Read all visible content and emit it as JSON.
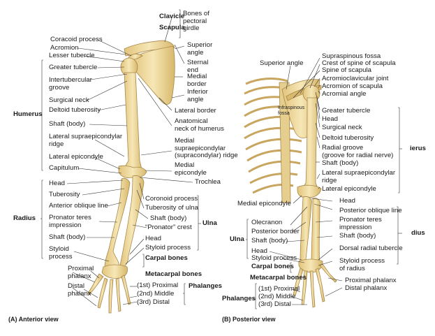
{
  "anterior": {
    "caption": "(A) Anterior view",
    "labels": {
      "clavicle": "Clavicle",
      "scapula": "Scapula",
      "bones_pectoral": "Bones of\npectoral\ngirdle",
      "coracoid": "Coracoid process",
      "acromion": "Acromion",
      "lesser_tubercle": "Lesser tubercle",
      "greater_tubercle": "Greater tubercle",
      "intertubercular": "Intertubercular\ngroove",
      "surgical_neck": "Surgical neck",
      "deltoid_tuberosity": "Deltoid tuberosity",
      "shaft_humerus": "Shaft (body)",
      "lat_supraepi": "Lateral supraepicondylar\nridge",
      "lat_epicondyle": "Lateral epicondyle",
      "capitulum": "Capitulum",
      "superior_angle": "Superior\nangle",
      "sternal_end": "Sternal\nend",
      "medial_border": "Medial\nborder",
      "inferior_angle": "Inferior\nangle",
      "lateral_border": "Lateral border",
      "anat_neck": "Anatomical\nneck of humerus",
      "med_supraepi": "Medial\nsupraepicondylar\n(supracondylar) ridge",
      "med_epicondyle": "Medial\nepicondyle",
      "trochlea": "Trochlea",
      "humerus": "Humerus",
      "radius": "Radius",
      "head_radius": "Head",
      "tuberosity": "Tuberosity",
      "ant_oblique": "Anterior oblique line",
      "pronator_teres": "Pronator teres\nimpression",
      "shaft_radius": "Shaft (body)",
      "styloid_radius": "Styloid\nprocess",
      "coronoid": "Coronoid process",
      "tub_ulna": "Tuberosity of ulna",
      "shaft_ulna": "Shaft (body)",
      "pronator_crest": "“Pronator” crest",
      "head_ulna": "Head",
      "styloid_ulna": "Styloid process",
      "ulna": "Ulna",
      "carpal": "Carpal bones",
      "metacarpal": "Metacarpal bones",
      "phalanges": "Phalanges",
      "proximal_phalanx": "Proximal\nphalanx",
      "distal_phalanx": "Distal\nphalanx",
      "p1": "(1st) Proximal",
      "p2": "(2nd) Middle",
      "p3": "(3rd) Distal"
    }
  },
  "posterior": {
    "caption": "(B) Posterior view",
    "labels": {
      "superior_angle": "Superior angle",
      "supraspinous": "Supraspinous fossa",
      "crest_spine": "Crest of spine of scapula",
      "spine": "Spine of scapula",
      "ac_joint": "Acromioclavicular joint",
      "acromion": "Acromion of scapula",
      "acromial_angle": "Acromial angle",
      "infraspinous": "Infraspinous\nfossa",
      "greater_tubercle": "Greater tubercle",
      "head": "Head",
      "surgical_neck": "Surgical neck",
      "deltoid_tuberosity": "Deltoid tuberosity",
      "radial_groove": "Radial groove\n(groove for radial nerve)",
      "shaft": "Shaft (body)",
      "lat_supraepi": "Lateral supraepicondylar\nridge",
      "lat_epicondyle": "Lateral epicondyle",
      "humerus_cut": "ierus",
      "med_epicondyle": "Medial epicondyle",
      "head_radius": "Head",
      "post_oblique": "Posterior oblique line",
      "pronator_teres": "Pronator teres\nimpression",
      "shaft_radius": "Shaft (body)",
      "radius_cut": "dius",
      "olecranon": "Olecranon",
      "post_border": "Posterior border",
      "shaft_ulna": "Shaft (body)",
      "ulna": "Ulna",
      "head_ulna": "Head",
      "styloid_ulna": "Styloid process",
      "dorsal_radial": "Dorsal radial tubercle",
      "styloid_radius": "Styloid process\nof radius",
      "carpal": "Carpal bones",
      "metacarpal": "Metacarpal bones",
      "proximal_phalanx": "Proximal phalanx",
      "distal_phalanx": "Distal phalanx",
      "phalanges": "Phalanges",
      "p1": "(1st) Proximal",
      "p2": "(2nd) Middle",
      "p3": "(3rd) Distal"
    }
  },
  "colors": {
    "bone": "#f1dfa6",
    "bone_shade": "#d9b96d",
    "bone_outline": "#a8874a",
    "leader": "#333333"
  }
}
